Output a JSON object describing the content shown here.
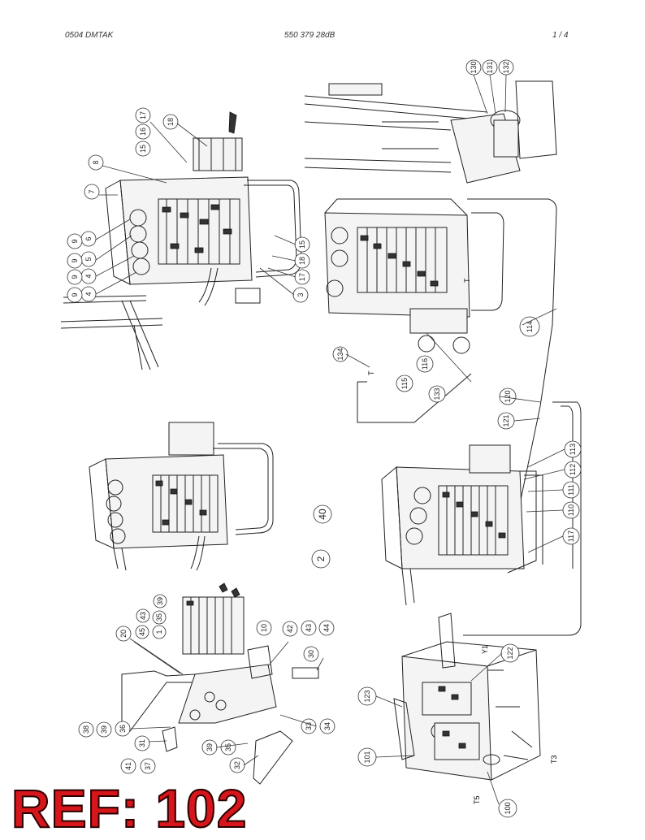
{
  "header": {
    "left": "0504 DMTAK",
    "center": "550 379 28dB",
    "right": "1 /   4"
  },
  "ref_label": "REF: 102",
  "callouts": {
    "c1": "17",
    "c2": "16",
    "c3": "15",
    "c4": "18",
    "c5": "8",
    "c6": "7",
    "c7": "6",
    "c8": "9",
    "c9": "5",
    "c10": "9",
    "c11": "4",
    "c12": "9",
    "c13": "4",
    "c14": "9",
    "c15": "15",
    "c16": "18",
    "c17": "17",
    "c18": "3",
    "c19": "130",
    "c20": "131",
    "c21": "132",
    "c22": "114",
    "c23": "134",
    "c24": "115",
    "c25": "116",
    "c26": "133",
    "c27": "120",
    "c28": "121",
    "c29": "113",
    "c30": "112",
    "c31": "111",
    "c32": "110",
    "c33": "117",
    "c34": "40",
    "c35": "2",
    "c36": "39",
    "c37": "43",
    "c38": "35",
    "c39": "1",
    "c40": "45",
    "c41": "20",
    "c42": "10",
    "c43": "42",
    "c44": "43",
    "c45": "44",
    "c46": "30",
    "c47": "38",
    "c48": "39",
    "c49": "36",
    "c50": "31",
    "c51": "41",
    "c52": "37",
    "c53": "39",
    "c54": "35",
    "c55": "32",
    "c56": "33",
    "c57": "34",
    "c58": "123",
    "c59": "122",
    "c60": "101",
    "c61": "100"
  },
  "labels": {
    "t_main": "T",
    "t_134": "T",
    "y1": "Y1",
    "t5": "T5",
    "t3": "T3"
  }
}
